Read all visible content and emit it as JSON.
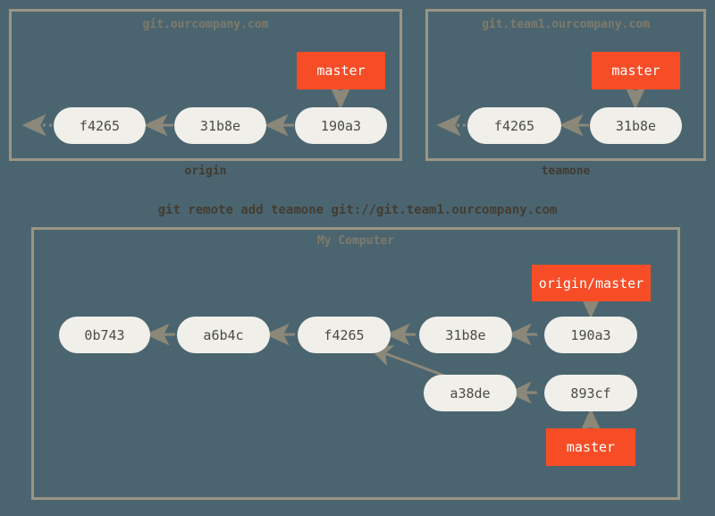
{
  "diagram": {
    "title": "git remote add teamone",
    "background_color": "#4b6570",
    "box_border_color": "#9a9585",
    "commit_fill": "#f0efe9",
    "branch_fill": "#f74d27",
    "arrow_color": "#8c8879"
  },
  "command": {
    "text": "git remote add teamone git://git.team1.ourcompany.com"
  },
  "servers": [
    {
      "id": "origin",
      "title": "git.ourcompany.com",
      "caption": "origin",
      "commits": [
        "f4265",
        "31b8e",
        "190a3"
      ],
      "branches": [
        {
          "label": "master",
          "points_to": "190a3"
        }
      ]
    },
    {
      "id": "teamone",
      "title": "git.team1.ourcompany.com",
      "caption": "teamone",
      "commits": [
        "f4265",
        "31b8e"
      ],
      "branches": [
        {
          "label": "master",
          "points_to": "31b8e"
        }
      ]
    }
  ],
  "local": {
    "title": "My Computer",
    "commits_top": [
      "0b743",
      "a6b4c",
      "f4265",
      "31b8e",
      "190a3"
    ],
    "commits_bottom": [
      "a38de",
      "893cf"
    ],
    "branches": [
      {
        "label": "origin/master",
        "points_to": "190a3"
      },
      {
        "label": "master",
        "points_to": "893cf"
      }
    ]
  },
  "nodes": {
    "origin_f4265": "f4265",
    "origin_31b8e": "31b8e",
    "origin_190a3": "190a3",
    "origin_master": "master",
    "teamone_f4265": "f4265",
    "teamone_31b8e": "31b8e",
    "teamone_master": "master",
    "local_0b743": "0b743",
    "local_a6b4c": "a6b4c",
    "local_f4265": "f4265",
    "local_31b8e": "31b8e",
    "local_190a3": "190a3",
    "local_a38de": "a38de",
    "local_893cf": "893cf",
    "local_origin_master": "origin/master",
    "local_master": "master"
  }
}
